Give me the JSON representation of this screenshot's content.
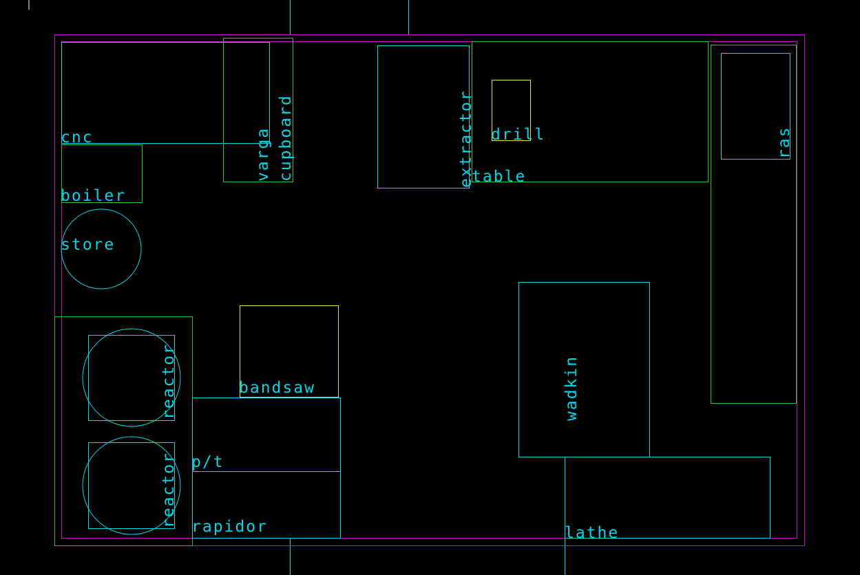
{
  "colors": {
    "background": "#000000",
    "cyan": "#00d8e8",
    "green": "#22c83a",
    "magenta": "#c010c0",
    "yellow": "#e0e040",
    "white": "#ffffff",
    "lavender": "#9090ff"
  },
  "labels": {
    "cnc": "cnc",
    "varga": "varga",
    "cupboard": "cupboard",
    "extractor": "extractor",
    "drill": "drill",
    "table": "table",
    "ras": "ras",
    "boiler": "boiler",
    "store": "store",
    "reactor_top": "reactor",
    "reactor_bottom": "reactor",
    "bandsaw": "bandsaw",
    "pt": "p/t",
    "rapidor": "rapidor",
    "wadkin": "wadkin",
    "lathe": "lathe"
  }
}
